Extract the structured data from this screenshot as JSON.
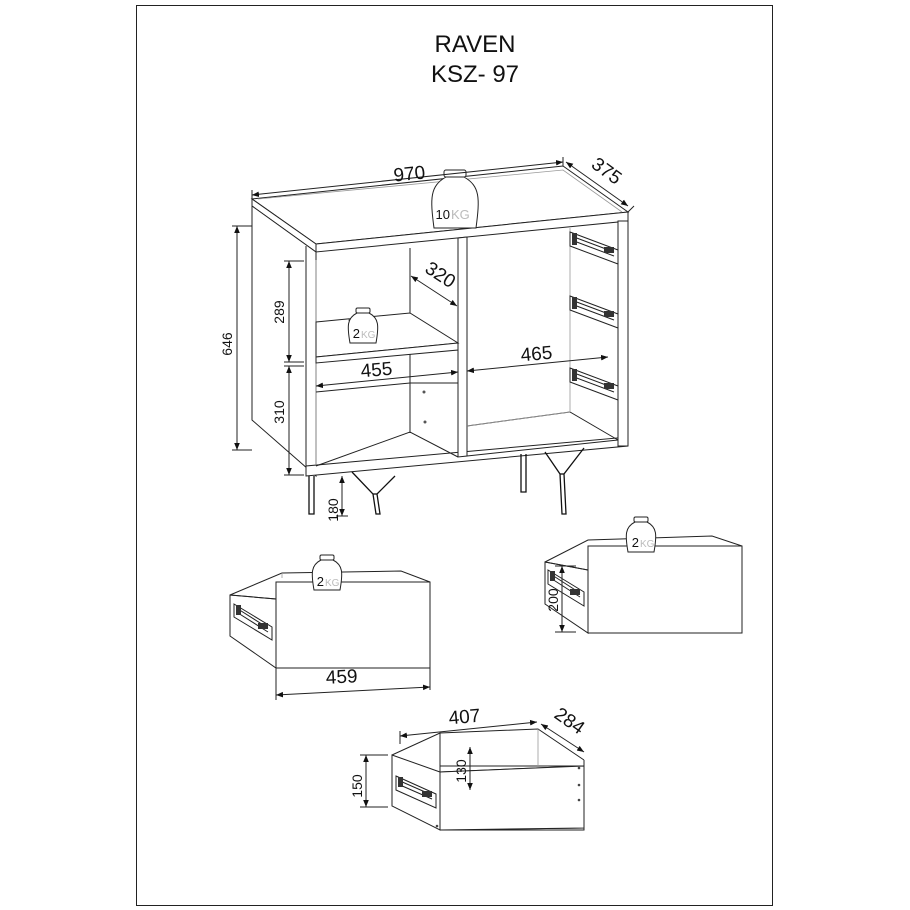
{
  "title": {
    "model": "RAVEN",
    "code": "KSZ- 97"
  },
  "cabinet": {
    "width": "970",
    "depth": "375",
    "height": "646",
    "top_load": "10",
    "shelf_upper_height": "289",
    "shelf_lower_height": "310",
    "shelf_depth": "320",
    "left_width": "455",
    "right_width": "465",
    "shelf_load": "2",
    "leg_height": "180"
  },
  "drawer_left": {
    "width": "459",
    "load": "2"
  },
  "drawer_right": {
    "height": "200",
    "load": "2"
  },
  "drawer_box": {
    "width": "407",
    "depth": "284",
    "outer_height": "150",
    "inner_height": "130"
  },
  "weight_unit": "KG",
  "colors": {
    "line": "#222222",
    "background": "#ffffff"
  }
}
